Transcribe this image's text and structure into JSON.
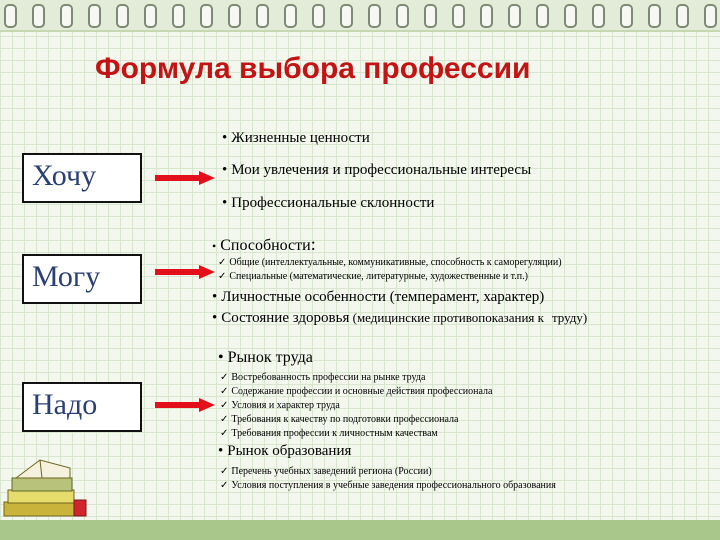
{
  "title": "Формула выбора профессии",
  "boxes": {
    "want": "Хочу",
    "can": "Могу",
    "need": "Надо"
  },
  "want_items": [
    "Жизненные ценности",
    "Мои увлечения и профессиональные интересы",
    "Профессиональные склонности"
  ],
  "can": {
    "abilities_label": "Способности",
    "abilities_colon": ":",
    "abilities_sub": [
      "Общие (интеллектуальные, коммуникативные, способность к саморегуляции)",
      "Специальные (математические, литературные, художественные и т.п.)"
    ],
    "personality_bold": "Личностные особенности",
    "personality_rest": " (темперамент, характер)",
    "health_bold": "Состояние здоровья",
    "health_rest": " (медицинские противопоказания к",
    "health_end": "труду)"
  },
  "need": {
    "labor_market": "Рынок труда",
    "labor_sub": [
      "Востребованность профессии на рынке труда",
      "Содержание профессии и основные действия профессионала",
      "Условия и характер труда",
      "Требования к качеству по подготовки профессионала",
      "Требования профессии к личностным качествам"
    ],
    "education_market": "Рынок образования",
    "education_sub": [
      "Перечень учебных заведений региона (России)",
      "Условия поступления в учебные заведения профессионального образования"
    ]
  },
  "icons": {
    "bullet": "•",
    "check": "✓"
  },
  "colors": {
    "title": "#c21414",
    "box_text": "#2b3f73",
    "arrow": "#e3101b"
  }
}
